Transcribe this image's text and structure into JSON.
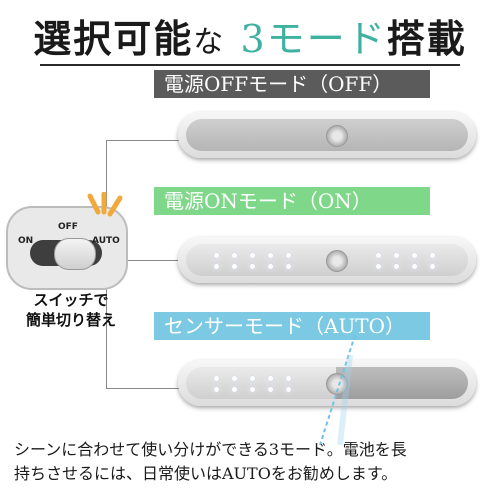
{
  "title": {
    "part1": "選択可能",
    "part2": "な",
    "accent": "3モード",
    "part3": "搭載"
  },
  "modes": {
    "off": "電源OFFモード（OFF）",
    "on": "電源ONモード（ON）",
    "auto": "センサーモード（AUTO）"
  },
  "switch": {
    "on": "ON",
    "off": "OFF",
    "auto": "AUTO"
  },
  "caption": {
    "line1": "スイッチで",
    "line2": "簡単切り替え"
  },
  "footer": {
    "line1": "シーンに合わせて使い分けができる3モード。電池を長",
    "line2": "持ちさせるには、日常使いはAUTOをお勧めします。"
  },
  "colors": {
    "accent": "#3fb1a0",
    "off_label": "#5b5b5b",
    "on_label": "#7fd789",
    "auto_label": "#7cc9e4"
  },
  "icons": [
    "motion-sensor-icon",
    "click-burst-icon"
  ]
}
